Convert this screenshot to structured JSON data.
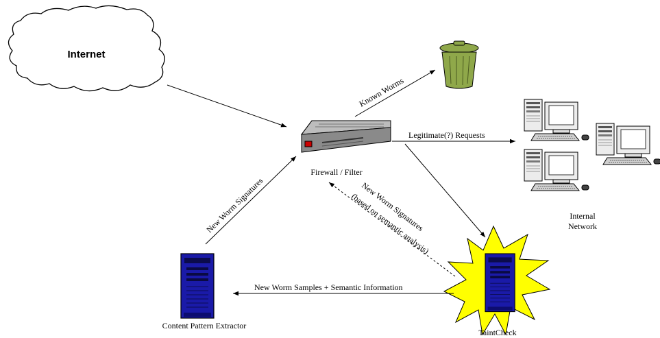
{
  "nodes": {
    "internet": "Internet",
    "firewall": "Firewall / Filter",
    "internal_network_line1": "Internal",
    "internal_network_line2": "Network",
    "extractor": "Content Pattern Extractor",
    "taintcheck": "TaintCheck"
  },
  "edges": {
    "known_worms": "Known Worms",
    "legitimate_requests": "Legitimate(?) Requests",
    "new_worm_signatures": "New Worm Signatures",
    "semantic_signatures_line1": "New Worm Signatures",
    "semantic_signatures_line2": "(based on semantic analysis)",
    "worm_samples": "New Worm Samples + Semantic Information"
  },
  "colors": {
    "trash_can": "#8fa84a",
    "server_blue": "#1a1aa8",
    "burst_yellow": "#ffff00",
    "firewall_gray": "#8a8a8a",
    "firewall_led": "#cc0000"
  }
}
